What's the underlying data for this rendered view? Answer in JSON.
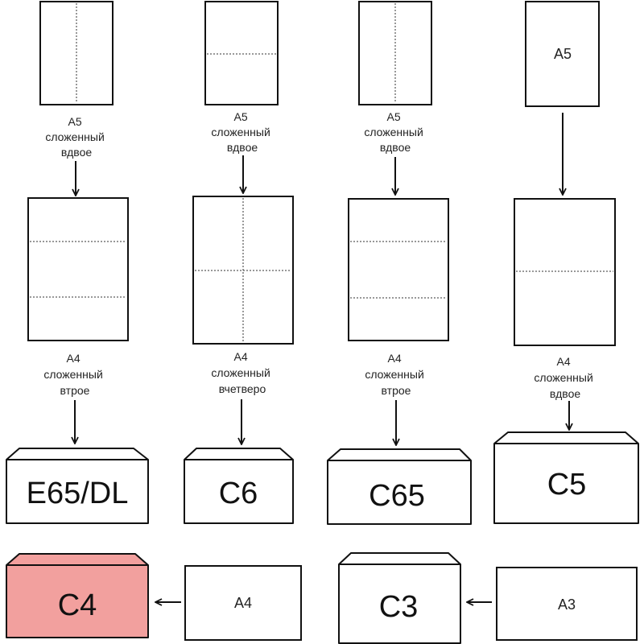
{
  "columns": [
    {
      "top_label": "",
      "top_caption": [
        "A5",
        "сложенный",
        "вдвое"
      ],
      "mid_caption": [
        "A4",
        "сложенный",
        "втрое"
      ],
      "envelope": "E65/DL"
    },
    {
      "top_label": "",
      "top_caption": [
        "A5",
        "сложенный",
        "вдвое"
      ],
      "mid_caption": [
        "A4",
        "сложенный",
        "вчетверо"
      ],
      "envelope": "C6"
    },
    {
      "top_label": "",
      "top_caption": [
        "A5",
        "сложенный",
        "вдвое"
      ],
      "mid_caption": [
        "A4",
        "сложенный",
        "втрое"
      ],
      "envelope": "C65"
    },
    {
      "top_label": "A5",
      "top_caption": [],
      "mid_caption": [
        "A4",
        "сложенный",
        "вдвое"
      ],
      "envelope": "C5"
    }
  ],
  "bottom": [
    {
      "sheet": "A4",
      "envelope": "C4",
      "highlight": true
    },
    {
      "sheet": "A3",
      "envelope": "C3",
      "highlight": false
    }
  ],
  "colors": {
    "highlight": "#f2a09e",
    "stroke": "#111111"
  },
  "icons": {
    "arrow": "arrow-icon"
  }
}
